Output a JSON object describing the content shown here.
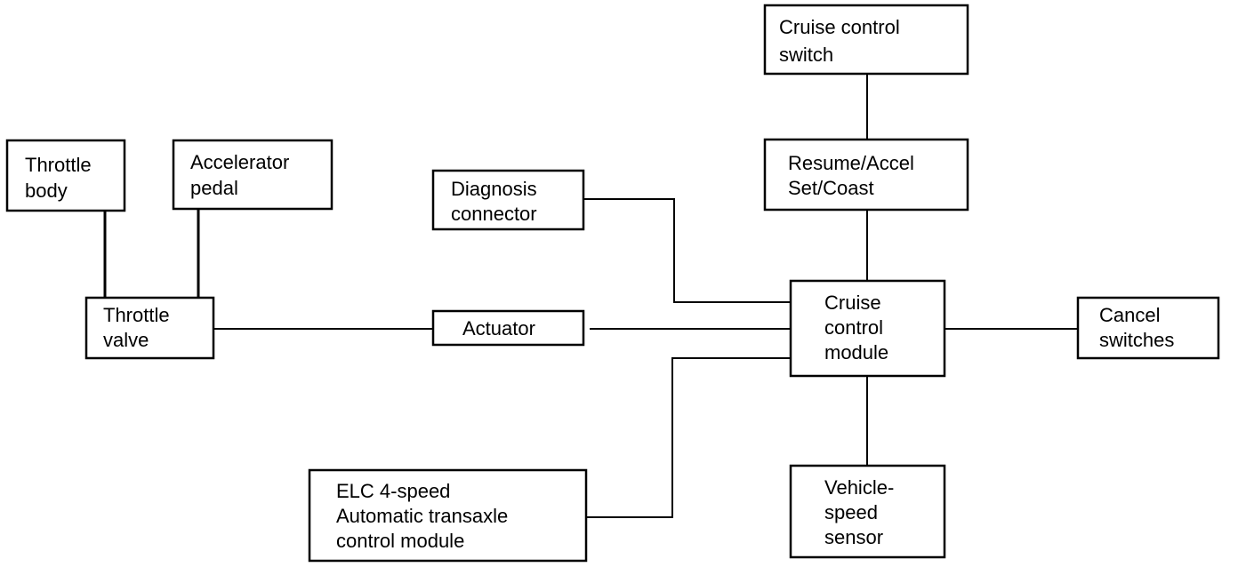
{
  "diagram": {
    "nodes": [
      {
        "id": "cruise-control-switch",
        "lines": [
          "Cruise control",
          "switch"
        ]
      },
      {
        "id": "throttle-body",
        "lines": [
          "Throttle",
          "body"
        ]
      },
      {
        "id": "accelerator-pedal",
        "lines": [
          "Accelerator",
          "pedal"
        ]
      },
      {
        "id": "resume-accel-set-coast",
        "lines": [
          "Resume/Accel",
          "Set/Coast"
        ]
      },
      {
        "id": "diagnosis-connector",
        "lines": [
          "Diagnosis",
          "connector"
        ]
      },
      {
        "id": "throttle-valve",
        "lines": [
          "Throttle",
          "valve"
        ]
      },
      {
        "id": "actuator",
        "lines": [
          "Actuator"
        ]
      },
      {
        "id": "cruise-control-module",
        "lines": [
          "Cruise",
          "control",
          "module"
        ]
      },
      {
        "id": "cancel-switches",
        "lines": [
          "Cancel",
          "switches"
        ]
      },
      {
        "id": "elc-transaxle-control-module",
        "lines": [
          "ELC 4-speed",
          "Automatic transaxle",
          "control module"
        ]
      },
      {
        "id": "vehicle-speed-sensor",
        "lines": [
          "Vehicle-",
          "speed",
          "sensor"
        ]
      }
    ],
    "edges": [
      {
        "from": "cruise-control-switch",
        "to": "resume-accel-set-coast"
      },
      {
        "from": "resume-accel-set-coast",
        "to": "cruise-control-module"
      },
      {
        "from": "throttle-body",
        "to": "throttle-valve"
      },
      {
        "from": "accelerator-pedal",
        "to": "throttle-valve"
      },
      {
        "from": "throttle-valve",
        "to": "actuator"
      },
      {
        "from": "actuator",
        "to": "cruise-control-module"
      },
      {
        "from": "diagnosis-connector",
        "to": "cruise-control-module"
      },
      {
        "from": "elc-transaxle-control-module",
        "to": "cruise-control-module"
      },
      {
        "from": "cruise-control-module",
        "to": "cancel-switches"
      },
      {
        "from": "cruise-control-module",
        "to": "vehicle-speed-sensor"
      }
    ]
  }
}
